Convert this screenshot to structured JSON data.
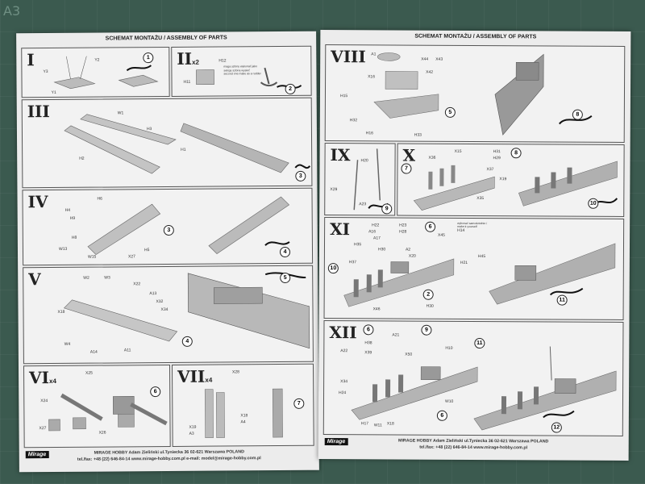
{
  "mat": {
    "corner_label": "A3"
  },
  "left": {
    "header": "SCHEMAT MONTAŻU / ASSEMBLY OF PARTS",
    "panels": {
      "I": {
        "numeral": "I",
        "labels": [
          "Y3",
          "Y2",
          "Y1"
        ],
        "step": "1"
      },
      "II": {
        "numeral": "II",
        "qty": "x2",
        "labels": [
          "H12",
          "H11"
        ],
        "note": [
          "maga szlony wykonać jako",
          "sekcja szlona wysieć",
          "second one make as a rudder"
        ],
        "step": "2"
      },
      "III": {
        "numeral": "III",
        "labels": [
          "W1",
          "H3",
          "H2",
          "H1"
        ],
        "step": "3"
      },
      "IV": {
        "numeral": "IV",
        "labels": [
          "H4",
          "H6",
          "H9",
          "H8",
          "W13",
          "H5",
          "W15",
          "X27"
        ],
        "step": "4"
      },
      "V": {
        "numeral": "V",
        "labels": [
          "W2",
          "W3",
          "X22",
          "A13",
          "X32",
          "X34",
          "X18",
          "A11",
          "A14",
          "W4"
        ],
        "step": "5"
      },
      "VI": {
        "numeral": "VI",
        "qty": "x4",
        "labels": [
          "X25",
          "X24",
          "X27",
          "X26"
        ],
        "step": "6"
      },
      "VII": {
        "numeral": "VII",
        "qty": "x4",
        "labels": [
          "X28",
          "X19",
          "A3",
          "X18",
          "A4"
        ],
        "step": "7"
      }
    },
    "footer": {
      "logo": "Mirage",
      "line1": "MIRAGE HOBBY Adam Zieliński ul.Tyniecka 36 02-621 Warszawa POLAND",
      "line2": "tel./fax: +48 (22) 646-84-14   www.mirage-hobby.com.pl   e-mail: model@mirage-hobby.com.pl"
    }
  },
  "right": {
    "header": "SCHEMAT MONTAŻU / ASSEMBLY OF PARTS",
    "panels": {
      "VIII": {
        "numeral": "VIII",
        "labels": [
          "A1",
          "X44",
          "X43",
          "X16",
          "X42",
          "H15",
          "H32",
          "H16",
          "H33"
        ],
        "steps": [
          "5",
          "8"
        ]
      },
      "IX": {
        "numeral": "IX",
        "labels": [
          "H20",
          "X29",
          "A23"
        ],
        "step": "9"
      },
      "X": {
        "numeral": "X",
        "labels": [
          "X15",
          "H31",
          "H29",
          "X36",
          "X37",
          "X19",
          "X35"
        ],
        "steps": [
          "8",
          "7",
          "10"
        ]
      },
      "XI": {
        "numeral": "XI",
        "labels": [
          "H22",
          "H23",
          "A16",
          "H28",
          "A17",
          "H35",
          "H30",
          "X45",
          "H14",
          "A2",
          "X20",
          "H37",
          "H21",
          "H45",
          "H30",
          "X46"
        ],
        "note": "wykonać samodzielnie / make it yourself",
        "steps": [
          "6",
          "10",
          "2",
          "11"
        ]
      },
      "XII": {
        "numeral": "XII",
        "labels": [
          "H38",
          "A21",
          "A22",
          "X39",
          "X50",
          "H10",
          "X34",
          "H24",
          "H17",
          "W11",
          "X18",
          "W10"
        ],
        "steps": [
          "9",
          "11",
          "6",
          "12"
        ]
      }
    },
    "footer": {
      "logo": "Mirage",
      "line1": "MIRAGE HOBBY Adam Zieliński ul.Tyniecka 36 02-621 Warszawa POLAND",
      "line2": "tel./fax: +48 (22) 646-84-14   www.mirage-hobby.com.pl"
    }
  }
}
